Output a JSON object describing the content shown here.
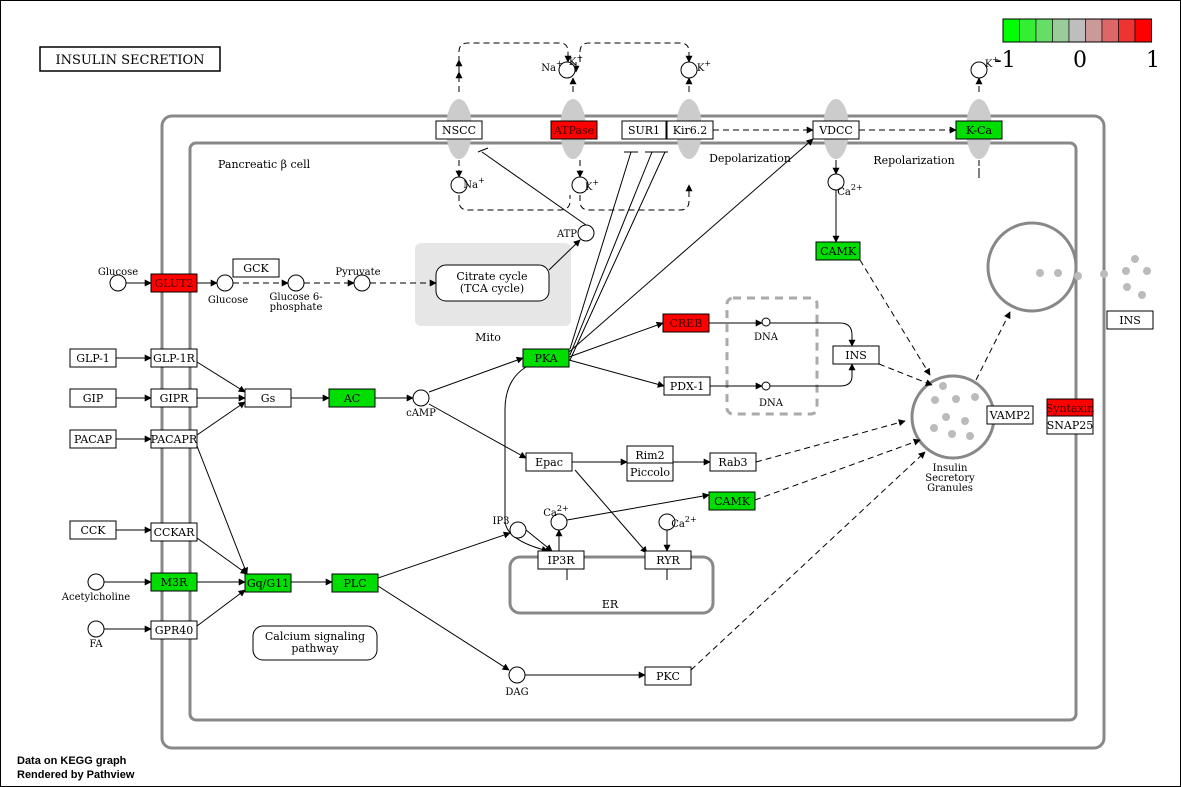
{
  "title": "INSULIN SECRETION",
  "credits": [
    "Data on KEGG graph",
    "Rendered by Pathview"
  ],
  "legend": {
    "labels": [
      "-1",
      "0",
      "1"
    ],
    "colors": [
      "#00ff00",
      "#33ee33",
      "#66dd66",
      "#99cc99",
      "#bebebe",
      "#cc9999",
      "#dd6666",
      "#ee3333",
      "#ff0000"
    ]
  },
  "compartments": {
    "cell": "Pancreatic β cell",
    "mito": "Mito",
    "er": "ER",
    "depolarization": "Depolarization",
    "repolarization": "Repolarization",
    "granules": "Insulin\nSecretory\nGranules"
  },
  "pathway_boxes": {
    "tca": "Citrate cycle\n(TCA cycle)",
    "calcium": "Calcium signaling\npathway"
  },
  "genes": {
    "nscc": {
      "label": "NSCC",
      "color": "#ffffff"
    },
    "atpase": {
      "label": "ATPase",
      "color": "#ff0000"
    },
    "sur1": {
      "label": "SUR1",
      "color": "#ffffff"
    },
    "kir62": {
      "label": "Kir6.2",
      "color": "#ffffff"
    },
    "vdcc": {
      "label": "VDCC",
      "color": "#ffffff"
    },
    "kca": {
      "label": "K-Ca",
      "color": "#00dd00"
    },
    "glut2": {
      "label": "GLUT2",
      "color": "#ff0000"
    },
    "gck": {
      "label": "GCK",
      "color": "#ffffff"
    },
    "camk1": {
      "label": "CAMK",
      "color": "#00dd00"
    },
    "creb": {
      "label": "CREB",
      "color": "#ff0000"
    },
    "ins1": {
      "label": "INS",
      "color": "#ffffff"
    },
    "ins2": {
      "label": "INS",
      "color": "#ffffff"
    },
    "glp1": {
      "label": "GLP-1",
      "color": "#ffffff"
    },
    "glp1r": {
      "label": "GLP-1R",
      "color": "#ffffff"
    },
    "pka": {
      "label": "PKA",
      "color": "#00dd00"
    },
    "gip": {
      "label": "GIP",
      "color": "#ffffff"
    },
    "gipr": {
      "label": "GIPR",
      "color": "#ffffff"
    },
    "gs": {
      "label": "Gs",
      "color": "#ffffff"
    },
    "ac": {
      "label": "AC",
      "color": "#00dd00"
    },
    "pdx1": {
      "label": "PDX-1",
      "color": "#ffffff"
    },
    "vamp2": {
      "label": "VAMP2",
      "color": "#ffffff"
    },
    "syntaxin": {
      "label": "Syntaxin",
      "color": "#ff0000"
    },
    "snap25": {
      "label": "SNAP25",
      "color": "#ffffff"
    },
    "pacap": {
      "label": "PACAP",
      "color": "#ffffff"
    },
    "pacapr": {
      "label": "PACAPR",
      "color": "#ffffff"
    },
    "epac": {
      "label": "Epac",
      "color": "#ffffff"
    },
    "rim2": {
      "label": "Rim2",
      "color": "#ffffff"
    },
    "piccolo": {
      "label": "Piccolo",
      "color": "#ffffff"
    },
    "rab3": {
      "label": "Rab3",
      "color": "#ffffff"
    },
    "camk2": {
      "label": "CAMK",
      "color": "#00dd00"
    },
    "cck": {
      "label": "CCK",
      "color": "#ffffff"
    },
    "cckar": {
      "label": "CCKAR",
      "color": "#ffffff"
    },
    "ip3r": {
      "label": "IP3R",
      "color": "#ffffff"
    },
    "ryr": {
      "label": "RYR",
      "color": "#ffffff"
    },
    "m3r": {
      "label": "M3R",
      "color": "#00dd00"
    },
    "gq": {
      "label": "Gq/G11",
      "color": "#00dd00"
    },
    "plc": {
      "label": "PLC",
      "color": "#00dd00"
    },
    "gpr40": {
      "label": "GPR40",
      "color": "#ffffff"
    },
    "pkc": {
      "label": "PKC",
      "color": "#ffffff"
    }
  },
  "compounds": {
    "glucose_out": "Glucose",
    "glucose_in": "Glucose",
    "g6p": "Glucose 6-\nphosphate",
    "pyruvate": "Pyruvate",
    "atp": "ATP",
    "na_out": "Na+",
    "na_in": "Na+",
    "k_atpase_out": "K+",
    "k_atpase_in": "K+",
    "k_kir_out": "K+",
    "k_kca_out": "K+",
    "ca_vdcc": "Ca2+",
    "camp": "cAMP",
    "ip3": "IP3",
    "ca_er": "Ca2+",
    "ca_ryr": "Ca2+",
    "dag": "DAG",
    "acetylcholine": "Acetylcholine",
    "fa": "FA",
    "dna1": "DNA",
    "dna2": "DNA"
  }
}
